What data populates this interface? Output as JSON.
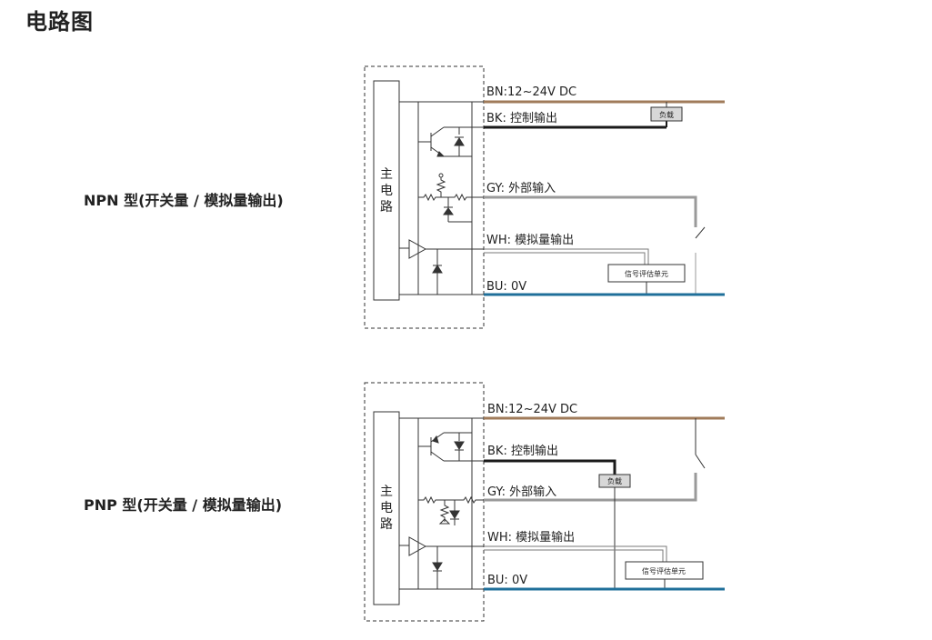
{
  "page": {
    "title": "电路图"
  },
  "colors": {
    "brown": "#a07b5a",
    "black": "#1a1a1a",
    "gray": "#9a9a9a",
    "white_wire": "#7a7a7a",
    "blue": "#1f6f9a"
  },
  "npn": {
    "type_label": "NPN 型(开关量 / 模拟量输出)",
    "main_circuit": [
      "主",
      "电",
      "路"
    ],
    "wires": {
      "bn": "BN:12~24V DC",
      "bk": "BK: 控制输出",
      "gy": "GY: 外部输入",
      "wh": "WH: 模拟量输出",
      "bu": "BU: 0V"
    },
    "load": "负载",
    "signal_unit": "信号评估单元"
  },
  "pnp": {
    "type_label": "PNP 型(开关量 / 模拟量输出)",
    "main_circuit": [
      "主",
      "电",
      "路"
    ],
    "wires": {
      "bn": "BN:12~24V DC",
      "bk": "BK: 控制输出",
      "gy": "GY: 外部输入",
      "wh": "WH: 模拟量输出",
      "bu": "BU: 0V"
    },
    "load": "负载",
    "signal_unit": "信号评估单元"
  }
}
